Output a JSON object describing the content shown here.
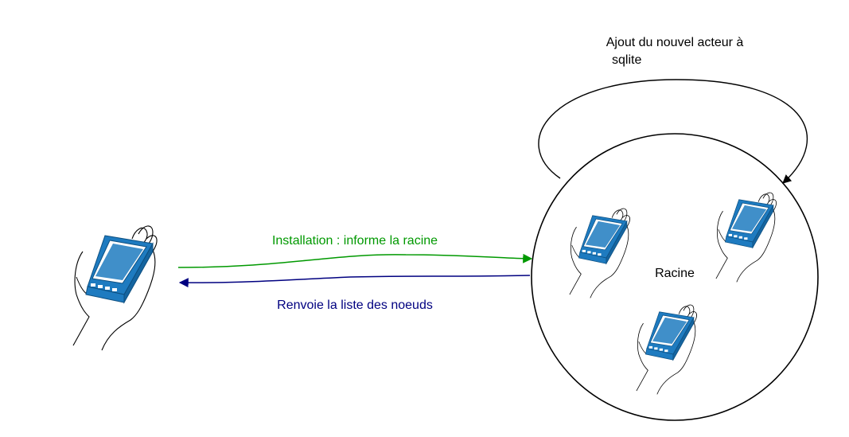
{
  "diagram": {
    "self_loop_label_line1": "Ajout du nouvel acteur à",
    "self_loop_label_line2": "sqlite",
    "install_arrow_label": "Installation : informe la racine",
    "return_arrow_label": "Renvoie la liste des noeuds",
    "root_label": "Racine"
  },
  "colors": {
    "install_arrow": "#009900",
    "return_arrow": "#000080",
    "device_blue": "#1e7bc0",
    "outline": "#000000"
  },
  "icons": [
    "hand-phone-icon"
  ]
}
